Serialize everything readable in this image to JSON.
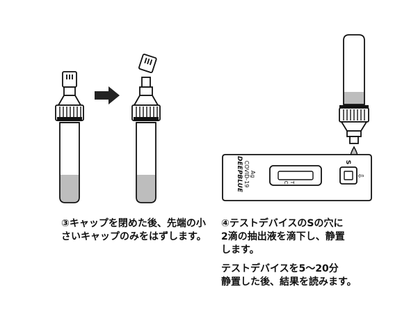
{
  "steps": {
    "step3": {
      "caption": "③キャップを閉めた後、先端の小\nさいキャップのみをはずします。"
    },
    "step4": {
      "caption": "④テストデバイスのSの穴に\n2滴の抽出液を滴下し、静置\nします。",
      "note": "テストデバイスを5〜20分\n静置した後、結果を読みます。"
    }
  },
  "device": {
    "brand": "DEEPBLUE",
    "product": "COVID-19",
    "product_sub": "Ag",
    "control_mark": "C",
    "test_mark": "T",
    "sample_mark": "S",
    "arrow_glyph": "⇦"
  },
  "colors": {
    "liquid": "#bdbdbd",
    "arrow": "#222222",
    "line": "#111111"
  }
}
